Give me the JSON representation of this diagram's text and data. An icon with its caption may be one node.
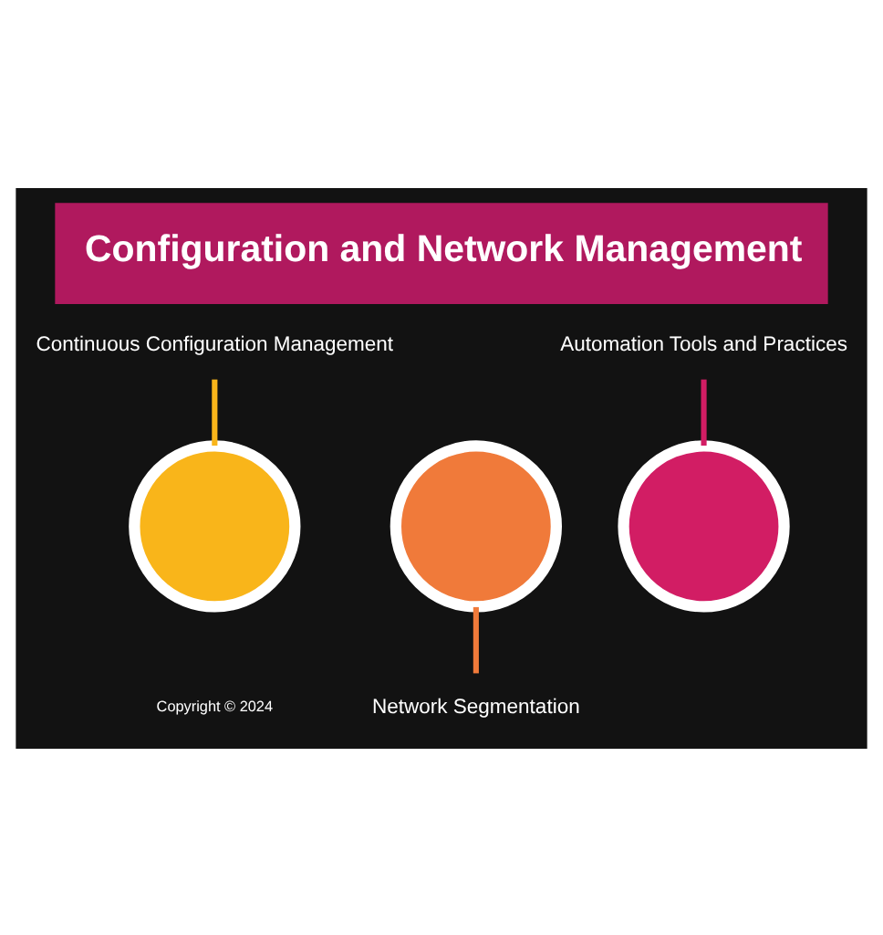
{
  "diagram": {
    "title": "Configuration and Network Management",
    "nodes": [
      {
        "text": [
          "Continuous Configuration Management"
        ]
      },
      {
        "text": [],
        "shape": "circle"
      },
      {
        "text": [],
        "shape": "circle"
      },
      {
        "text": [
          "Network Segmentation"
        ]
      },
      {
        "text": [
          "Automation Tools and Practices"
        ]
      },
      {
        "text": [],
        "shape": "circle"
      }
    ],
    "edges": [
      {
        "from": 0,
        "to": 1,
        "arrow": "none",
        "color": "#f9b51a"
      },
      {
        "from": 2,
        "to": 3,
        "arrow": "none",
        "color": "#f07a3a"
      },
      {
        "from": 4,
        "to": 5,
        "arrow": "none",
        "color": "#d21d64"
      }
    ],
    "labels": [
      "Copyright © 2024"
    ]
  }
}
